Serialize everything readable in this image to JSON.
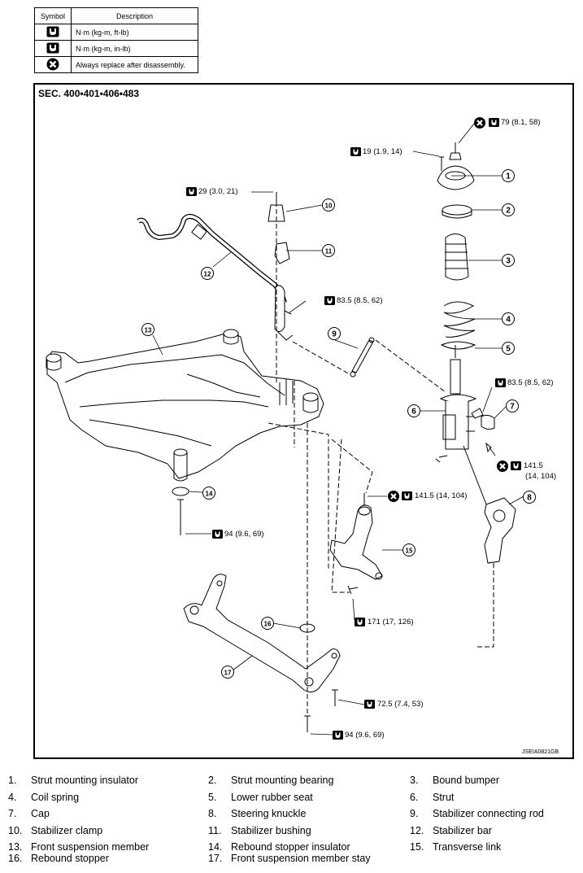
{
  "legend": {
    "header_symbol": "Symbol",
    "header_description": "Description",
    "rows": [
      {
        "icon": "torque-wrench-icon",
        "text": "N·m (kg-m, ft-lb)"
      },
      {
        "icon": "torque-wrench-small-icon",
        "text": "N·m (kg-m, in-lb)"
      },
      {
        "icon": "always-replace-icon",
        "text": "Always replace after disassembly."
      }
    ]
  },
  "diagram": {
    "section": "SEC. 400•401•406•483",
    "code": "JSEIA0821GB",
    "torques": {
      "t79": "79 (8.1, 58)",
      "t19": "19 (1.9, 14)",
      "t29": "29 (3.0, 21)",
      "t835a": "83.5 (8.5, 62)",
      "t835b": "83.5 (8.5, 62)",
      "t1415a_1": "141.5",
      "t1415a_2": "(14, 104)",
      "t1415b": "141.5 (14, 104)",
      "t94a": "94 (9.6, 69)",
      "t171": "171 (17, 126)",
      "t725": "72.5 (7.4, 53)",
      "t94b": "94 (9.6, 69)"
    },
    "callouts": [
      "1",
      "2",
      "3",
      "4",
      "5",
      "6",
      "7",
      "8",
      "9",
      "10",
      "11",
      "12",
      "13",
      "14",
      "15",
      "16",
      "17"
    ]
  },
  "parts": [
    {
      "num": "1.",
      "name": "Strut mounting insulator"
    },
    {
      "num": "2.",
      "name": "Strut mounting bearing"
    },
    {
      "num": "3.",
      "name": "Bound bumper"
    },
    {
      "num": "4.",
      "name": "Coil spring"
    },
    {
      "num": "5.",
      "name": "Lower rubber seat"
    },
    {
      "num": "6.",
      "name": "Strut"
    },
    {
      "num": "7.",
      "name": "Cap"
    },
    {
      "num": "8.",
      "name": "Steering knuckle"
    },
    {
      "num": "9.",
      "name": "Stabilizer connecting rod"
    },
    {
      "num": "10.",
      "name": "Stabilizer clamp"
    },
    {
      "num": "11.",
      "name": "Stabilizer bushing"
    },
    {
      "num": "12.",
      "name": "Stabilizer bar"
    },
    {
      "num": "13.",
      "name": "Front suspension member"
    },
    {
      "num": "14.",
      "name": "Rebound stopper insulator"
    },
    {
      "num": "15.",
      "name": "Transverse link"
    },
    {
      "num": "16.",
      "name": "Rebound stopper"
    },
    {
      "num": "17.",
      "name": "Front suspension member stay"
    }
  ]
}
